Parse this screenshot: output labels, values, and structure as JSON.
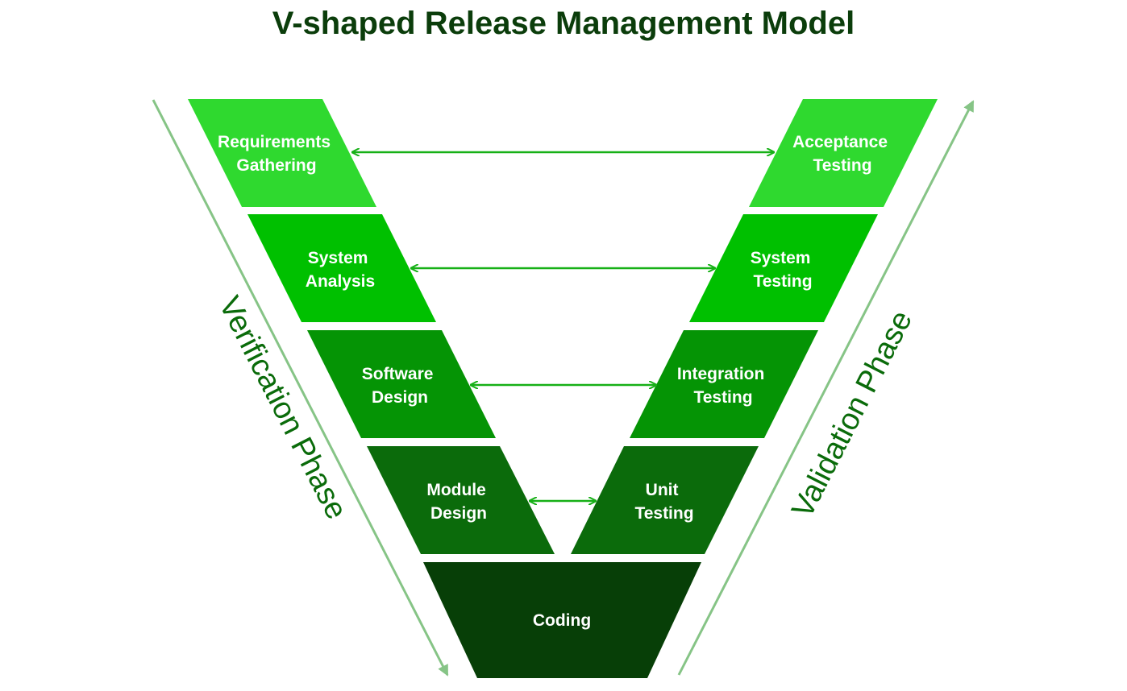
{
  "title": "V-shaped Release Management Model",
  "colors": {
    "level1": "#2fd92f",
    "level2": "#00c000",
    "level3": "#059405",
    "level4": "#0b6b0b",
    "coding": "#073f07",
    "link_arrow": "#16b016",
    "side_arrow": "#86c486",
    "title_text": "#0b3d0b",
    "phase_text": "#0a6b0a"
  },
  "stages": {
    "left": [
      {
        "line1": "Requirements",
        "line2": "Gathering"
      },
      {
        "line1": "System",
        "line2": "Analysis"
      },
      {
        "line1": "Software",
        "line2": "Design"
      },
      {
        "line1": "Module",
        "line2": "Design"
      }
    ],
    "right": [
      {
        "line1": "Acceptance",
        "line2": "Testing"
      },
      {
        "line1": "System",
        "line2": "Testing"
      },
      {
        "line1": "Integration",
        "line2": "Testing"
      },
      {
        "line1": "Unit",
        "line2": "Testing"
      }
    ],
    "bottom": {
      "label": "Coding"
    }
  },
  "phases": {
    "left": "Verification Phase",
    "right": "Validation Phase"
  }
}
